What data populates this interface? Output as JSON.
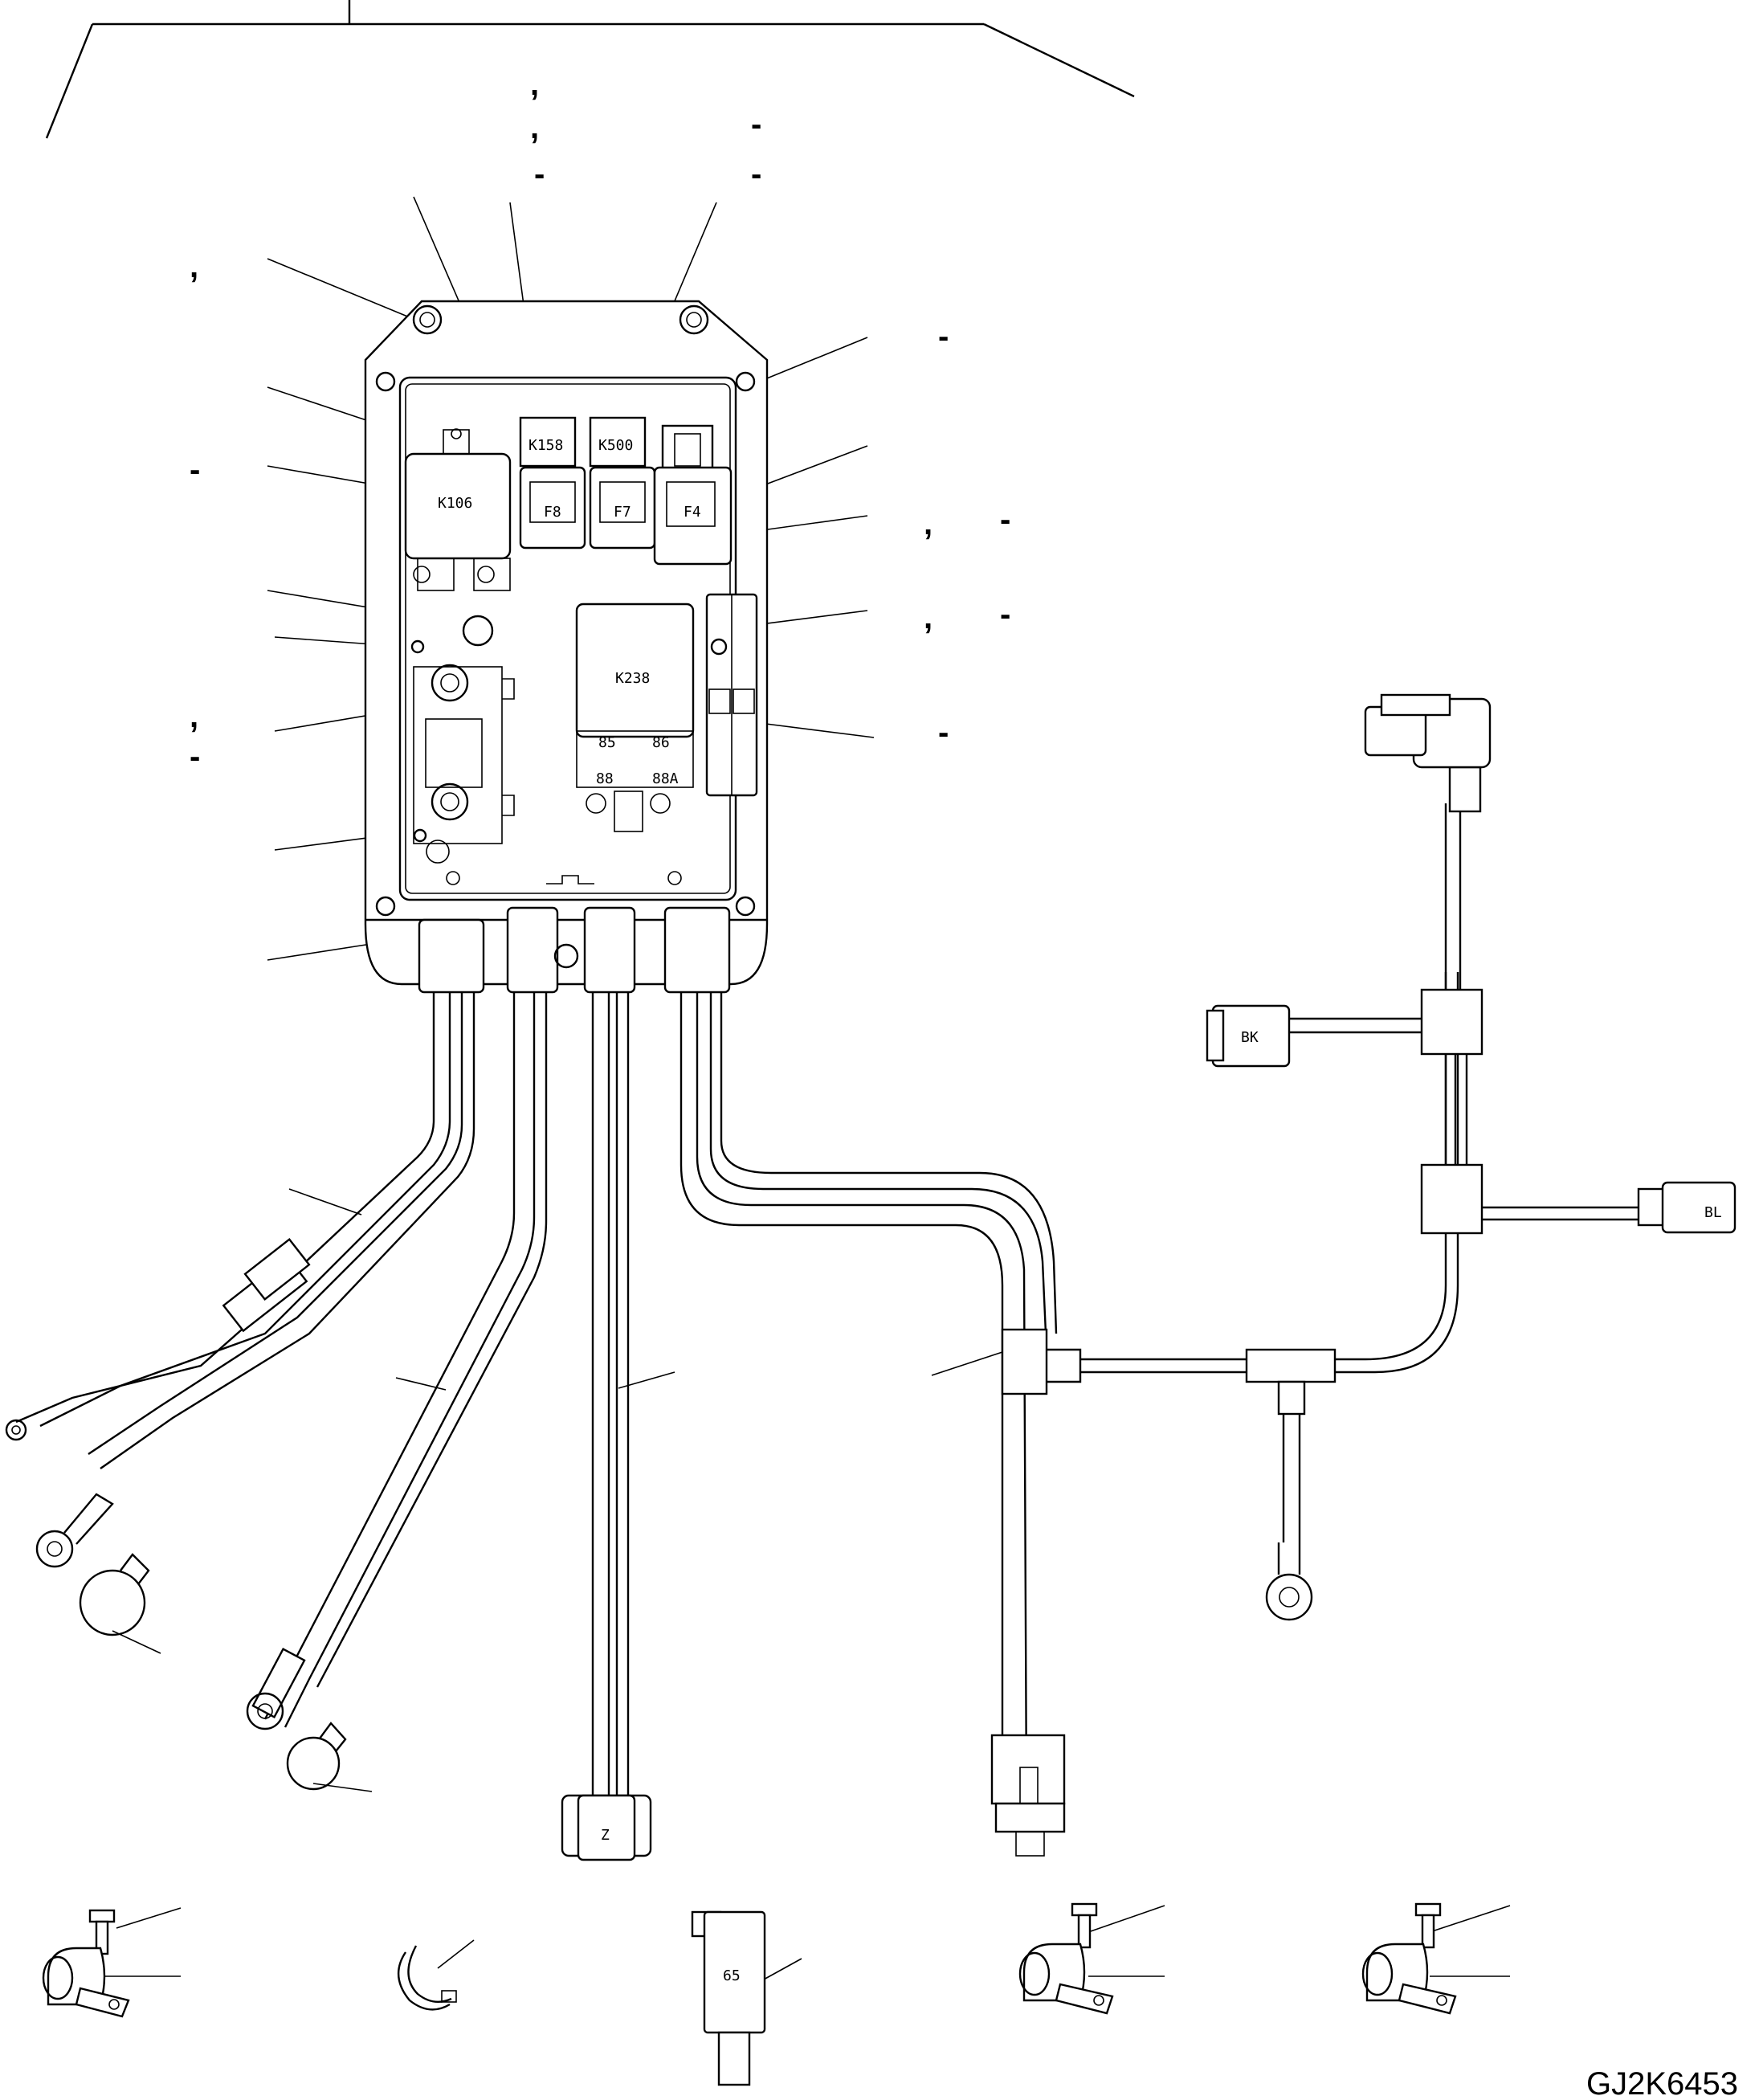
{
  "drawing_number": "GJ2K6453",
  "relays": {
    "k158": "K158",
    "k500": "K500",
    "k106": "K106",
    "k238": "K238"
  },
  "fuses": {
    "f8": "F8",
    "f7": "F7",
    "f4": "F4"
  },
  "relay_terminals": {
    "t85": "85",
    "t86": "86",
    "t88": "88",
    "t88a": "88A"
  },
  "connectors": {
    "bk": "BK",
    "bl": "BL",
    "z": "Z"
  },
  "tag_code": "65",
  "marks": {
    "comma": ",",
    "dash": "-"
  }
}
